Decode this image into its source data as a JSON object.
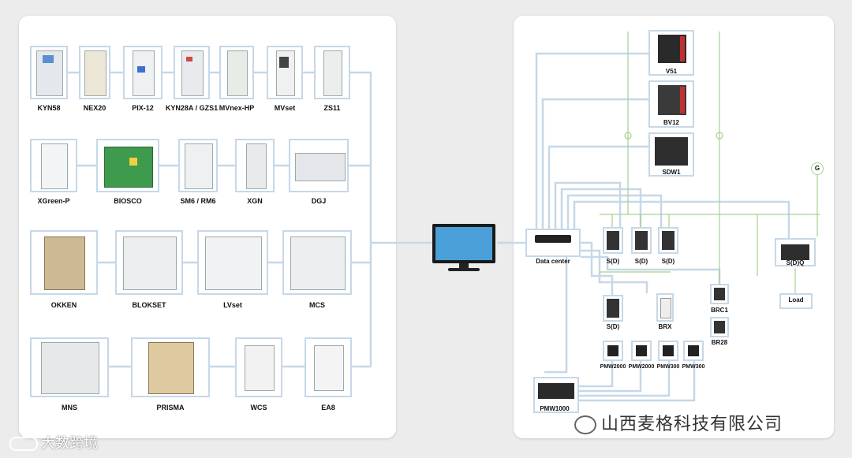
{
  "left_panel": {
    "row1": [
      "KYN58",
      "NEX20",
      "PIX-12",
      "KYN28A / GZS1",
      "MVnex-HP",
      "MVset",
      "ZS11"
    ],
    "row2": [
      "XGreen-P",
      "BIOSCO",
      "SM6 / RM6",
      "XGN",
      "DGJ"
    ],
    "row3": [
      "OKKEN",
      "BLOKSET",
      "LVset",
      "MCS"
    ],
    "row4": [
      "MNS",
      "PRISMA",
      "WCS",
      "EA8"
    ]
  },
  "right_panel": {
    "breakers": [
      "V51",
      "BV12",
      "SDW1"
    ],
    "data_center": "Data center",
    "switches": [
      "S(D)",
      "S(D)",
      "S(D)"
    ],
    "sdq": "S(D)Q",
    "load": "Load",
    "generator": "G",
    "lower_switch": "S(D)",
    "brx": "BRX",
    "brc": [
      "BRC1",
      "BR28"
    ],
    "meters": [
      "PMW2000",
      "PMW2000",
      "PMW300",
      "PMW300"
    ],
    "pmw1000": "PMW1000"
  },
  "watermark_right": "山西麦格科技有限公司",
  "watermark_left": "大数跨境"
}
